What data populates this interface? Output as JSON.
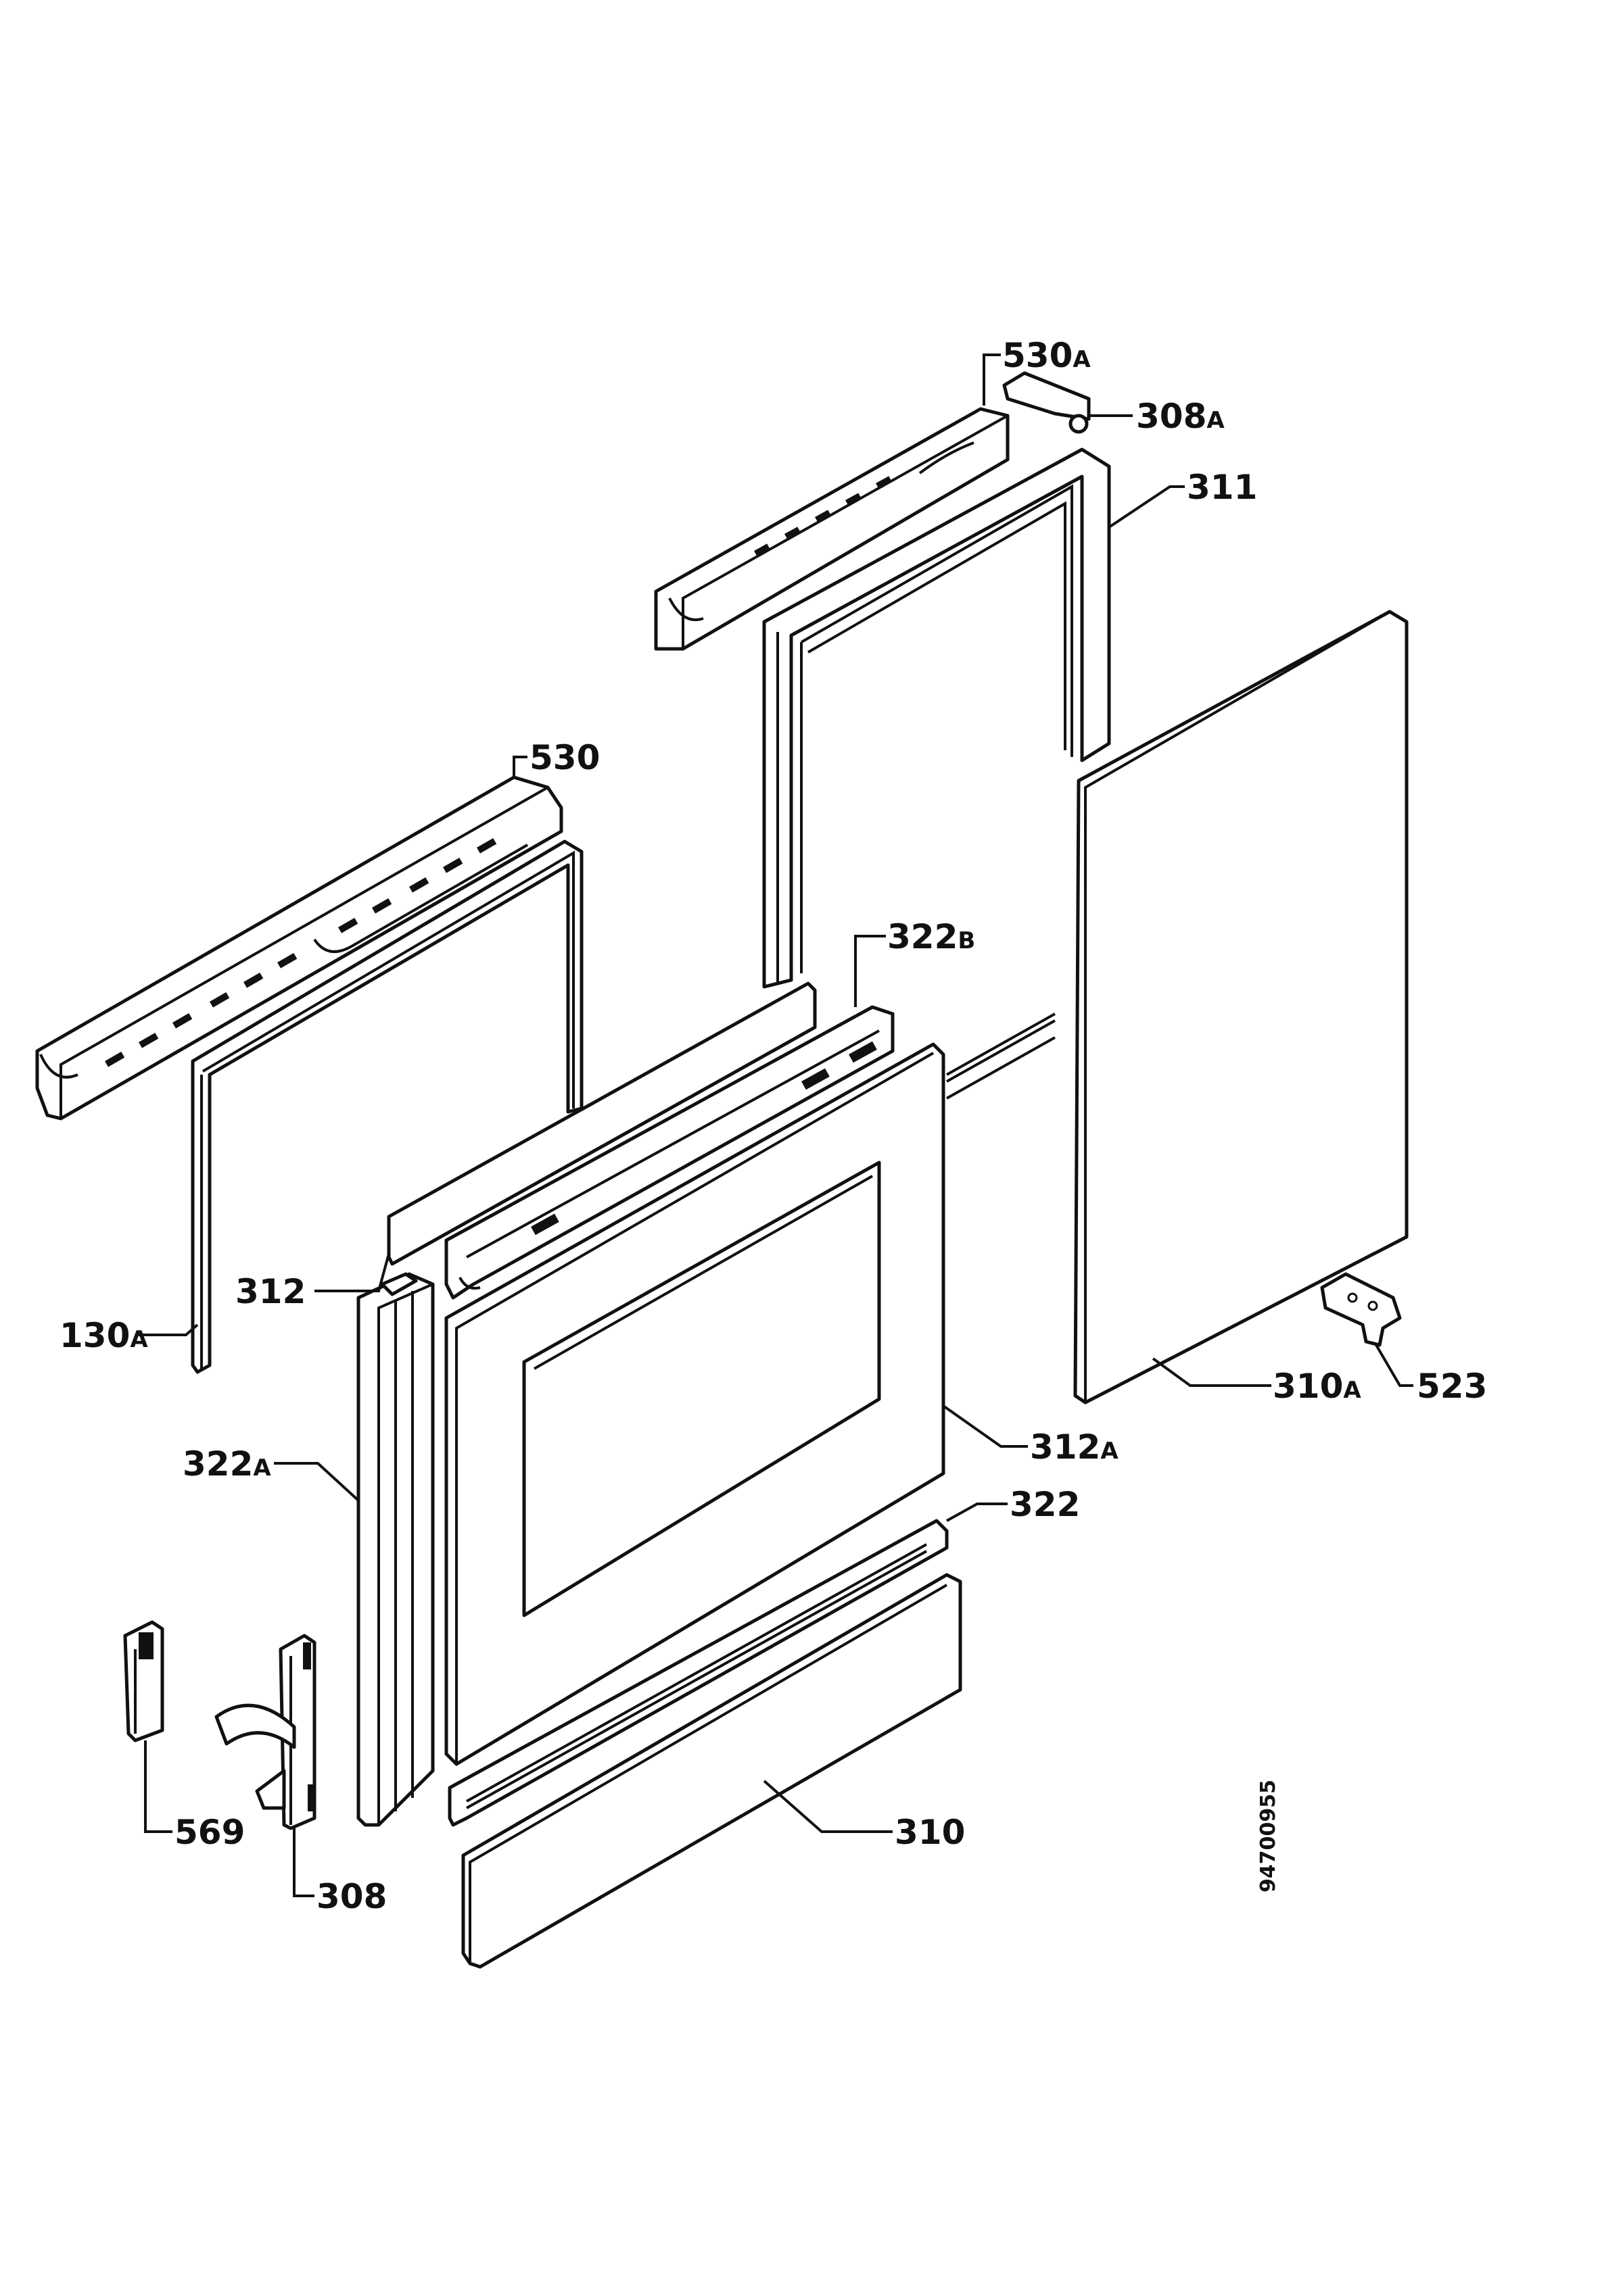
{
  "callouts": {
    "c530A": "530",
    "c530A_suffix": "A",
    "c308A": "308",
    "c308A_suffix": "A",
    "c311": "311",
    "c530": "530",
    "c322B": "322",
    "c322B_suffix": "B",
    "c312": "312",
    "c130A": "130",
    "c130A_suffix": "A",
    "c523": "523",
    "c310A": "310",
    "c310A_suffix": "A",
    "c322A": "322",
    "c322A_suffix": "A",
    "c312A": "312",
    "c312A_suffix": "A",
    "c322": "322",
    "c310": "310",
    "c569": "569",
    "c308": "308"
  },
  "drawing_number": "94700955"
}
